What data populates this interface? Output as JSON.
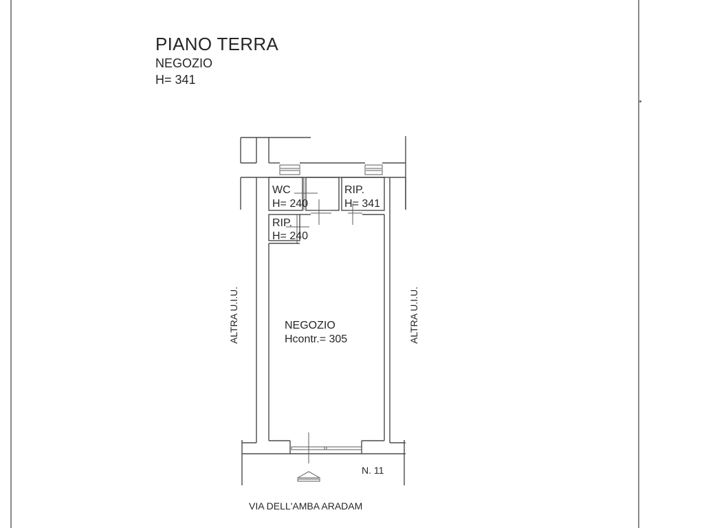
{
  "title": {
    "floor": "PIANO TERRA",
    "use": "NEGOZIO",
    "height": "H= 341"
  },
  "rooms": [
    {
      "id": "wc",
      "name": "WC",
      "height": "H= 240"
    },
    {
      "id": "rip-right",
      "name": "RIP.",
      "height": "H= 341"
    },
    {
      "id": "rip-lower",
      "name": "RIP.",
      "height": "H= 240"
    },
    {
      "id": "negozio",
      "name": "NEGOZIO",
      "height": "Hcontr.= 305"
    }
  ],
  "neighbors": {
    "left": "ALTRA U.I.U.",
    "right": "ALTRA U.I.U."
  },
  "street": {
    "name": "VIA DELL'AMBA ARADAM",
    "civic_number": "N. 11"
  },
  "icons": {
    "entrance": "entrance-arrow-icon"
  },
  "colors": {
    "line": "#4a4a4a",
    "text": "#262626",
    "border": "#8a8a8a"
  }
}
